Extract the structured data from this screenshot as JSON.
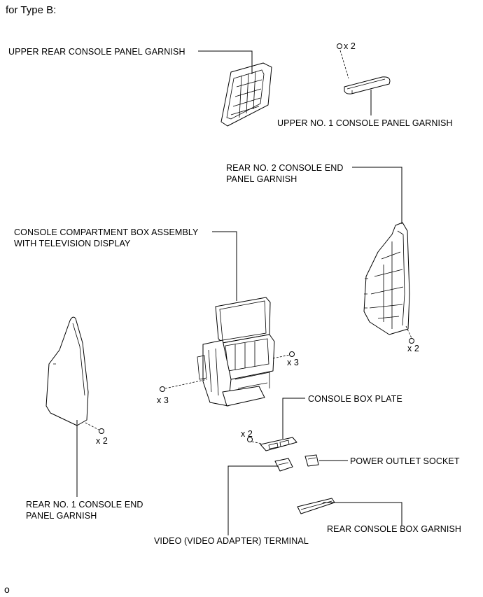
{
  "header": "for Type B:",
  "footer": "o",
  "labels": {
    "upper_rear_garnish": "UPPER REAR CONSOLE PANEL GARNISH",
    "upper_no1_garnish": "UPPER NO. 1 CONSOLE PANEL GARNISH",
    "rear_no2_end_garnish_l1": "REAR NO. 2 CONSOLE END",
    "rear_no2_end_garnish_l2": "PANEL GARNISH",
    "console_box_l1": "CONSOLE COMPARTMENT BOX ASSEMBLY",
    "console_box_l2": "WITH TELEVISION DISPLAY",
    "console_box_plate": "CONSOLE BOX PLATE",
    "power_outlet": "POWER OUTLET SOCKET",
    "rear_no1_end_garnish_l1": "REAR NO. 1 CONSOLE END",
    "rear_no1_end_garnish_l2": "PANEL GARNISH",
    "rear_console_box_garnish": "REAR CONSOLE BOX GARNISH",
    "video_terminal": "VIDEO (VIDEO ADAPTER) TERMINAL"
  },
  "quantities": {
    "top_screw": "x 2",
    "rear_no2_screw": "x 2",
    "box_right_screw": "x 3",
    "box_left_screw": "x 3",
    "rear_no1_screw": "x 2",
    "plate_screw": "x 2"
  }
}
